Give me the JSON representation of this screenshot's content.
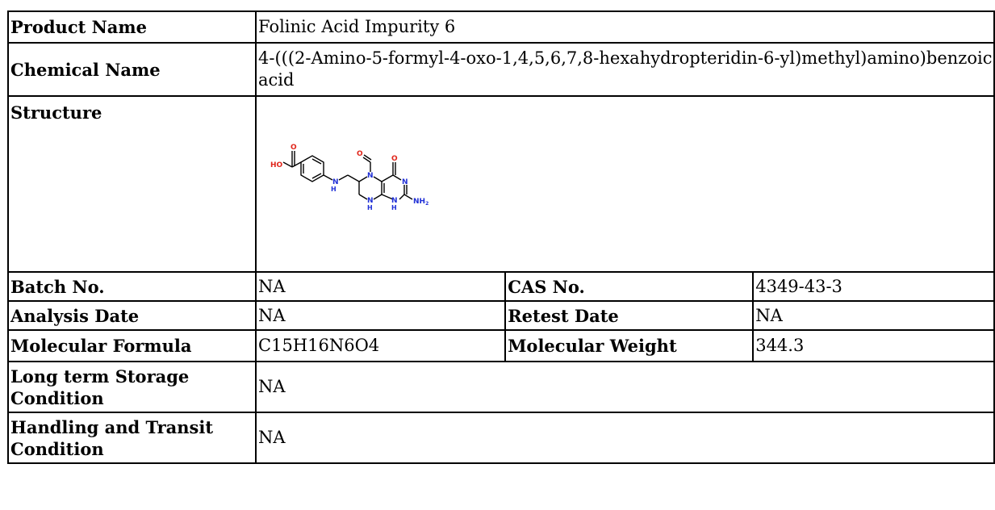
{
  "rows": {
    "product_name": {
      "label": "Product Name",
      "value": "Folinic Acid Impurity 6"
    },
    "chemical_name": {
      "label": "Chemical Name",
      "value": "4-(((2-Amino-5-formyl-4-oxo-1,4,5,6,7,8-hexahydropteridin-6-yl)methyl)amino)benzoic acid"
    },
    "structure": {
      "label": "Structure"
    },
    "batch": {
      "label": "Batch No.",
      "value": "NA",
      "label2": "CAS No.",
      "value2": "4349-43-3"
    },
    "analysis": {
      "label": "Analysis Date",
      "value": "NA",
      "label2": "Retest Date",
      "value2": "NA"
    },
    "formula": {
      "label": "Molecular Formula",
      "value": "C15H16N6O4",
      "label2": "Molecular Weight",
      "value2": "344.3"
    },
    "storage": {
      "label": "Long term Storage Condition",
      "value": "NA"
    },
    "handling": {
      "label": "Handling and Transit Condition",
      "value": "NA"
    }
  },
  "structure_atoms": {
    "o_acid": "O",
    "ho": "HO",
    "o_formyl": "O",
    "n5": "N",
    "o_oxo": "O",
    "n3": "N",
    "n_amine": "N",
    "h_amine": "H",
    "n1": "N",
    "n8": "N",
    "h_n8": "H",
    "h_n1": "H",
    "nh2": "NH",
    "nh2_sub": "2"
  },
  "colors": {
    "oxygen": "#e0261b",
    "nitrogen": "#1f2fd6",
    "bond": "#000000"
  }
}
